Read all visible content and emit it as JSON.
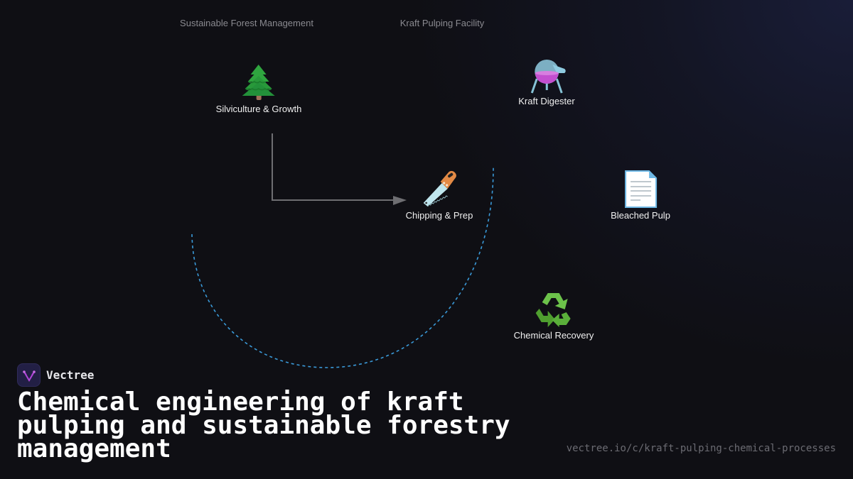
{
  "colors": {
    "background": "#0f0f14",
    "glow": "#1a1e3a",
    "section_label": "#8a8a90",
    "node_label": "#f0f0f0",
    "solid_edge": "#6e6e72",
    "dashed_edge": "#3a9ad9",
    "brand_logo_bg": "#221f45",
    "brand_logo_glyph": "#b046d8"
  },
  "sections": [
    {
      "label": "Sustainable Forest Management"
    },
    {
      "label": "Kraft Pulping Facility"
    }
  ],
  "nodes": [
    {
      "id": "silviculture",
      "label": "Silviculture & Growth",
      "icon": "evergreen-tree-icon",
      "glyph": "🌲"
    },
    {
      "id": "digester",
      "label": "Kraft Digester",
      "icon": "alembic-flask-icon",
      "glyph": "⚗️"
    },
    {
      "id": "chipping",
      "label": "Chipping & Prep",
      "icon": "saw-icon",
      "glyph": "🪚"
    },
    {
      "id": "bleached",
      "label": "Bleached Pulp",
      "icon": "document-page-icon",
      "glyph": "📄"
    },
    {
      "id": "recovery",
      "label": "Chemical Recovery",
      "icon": "recycle-icon",
      "glyph": "♻️"
    }
  ],
  "edges": [
    {
      "from": "silviculture",
      "to": "chipping",
      "style": "solid",
      "arrow": true
    },
    {
      "from": "recovery-loop-left",
      "to": "digester-loop-right",
      "style": "dashed",
      "arrow": false
    }
  ],
  "brand": {
    "name": "Vectree",
    "logo_icon": "vectree-logo-icon"
  },
  "title": "Chemical engineering of kraft pulping and sustainable forestry management",
  "url": "vectree.io/c/kraft-pulping-chemical-processes"
}
